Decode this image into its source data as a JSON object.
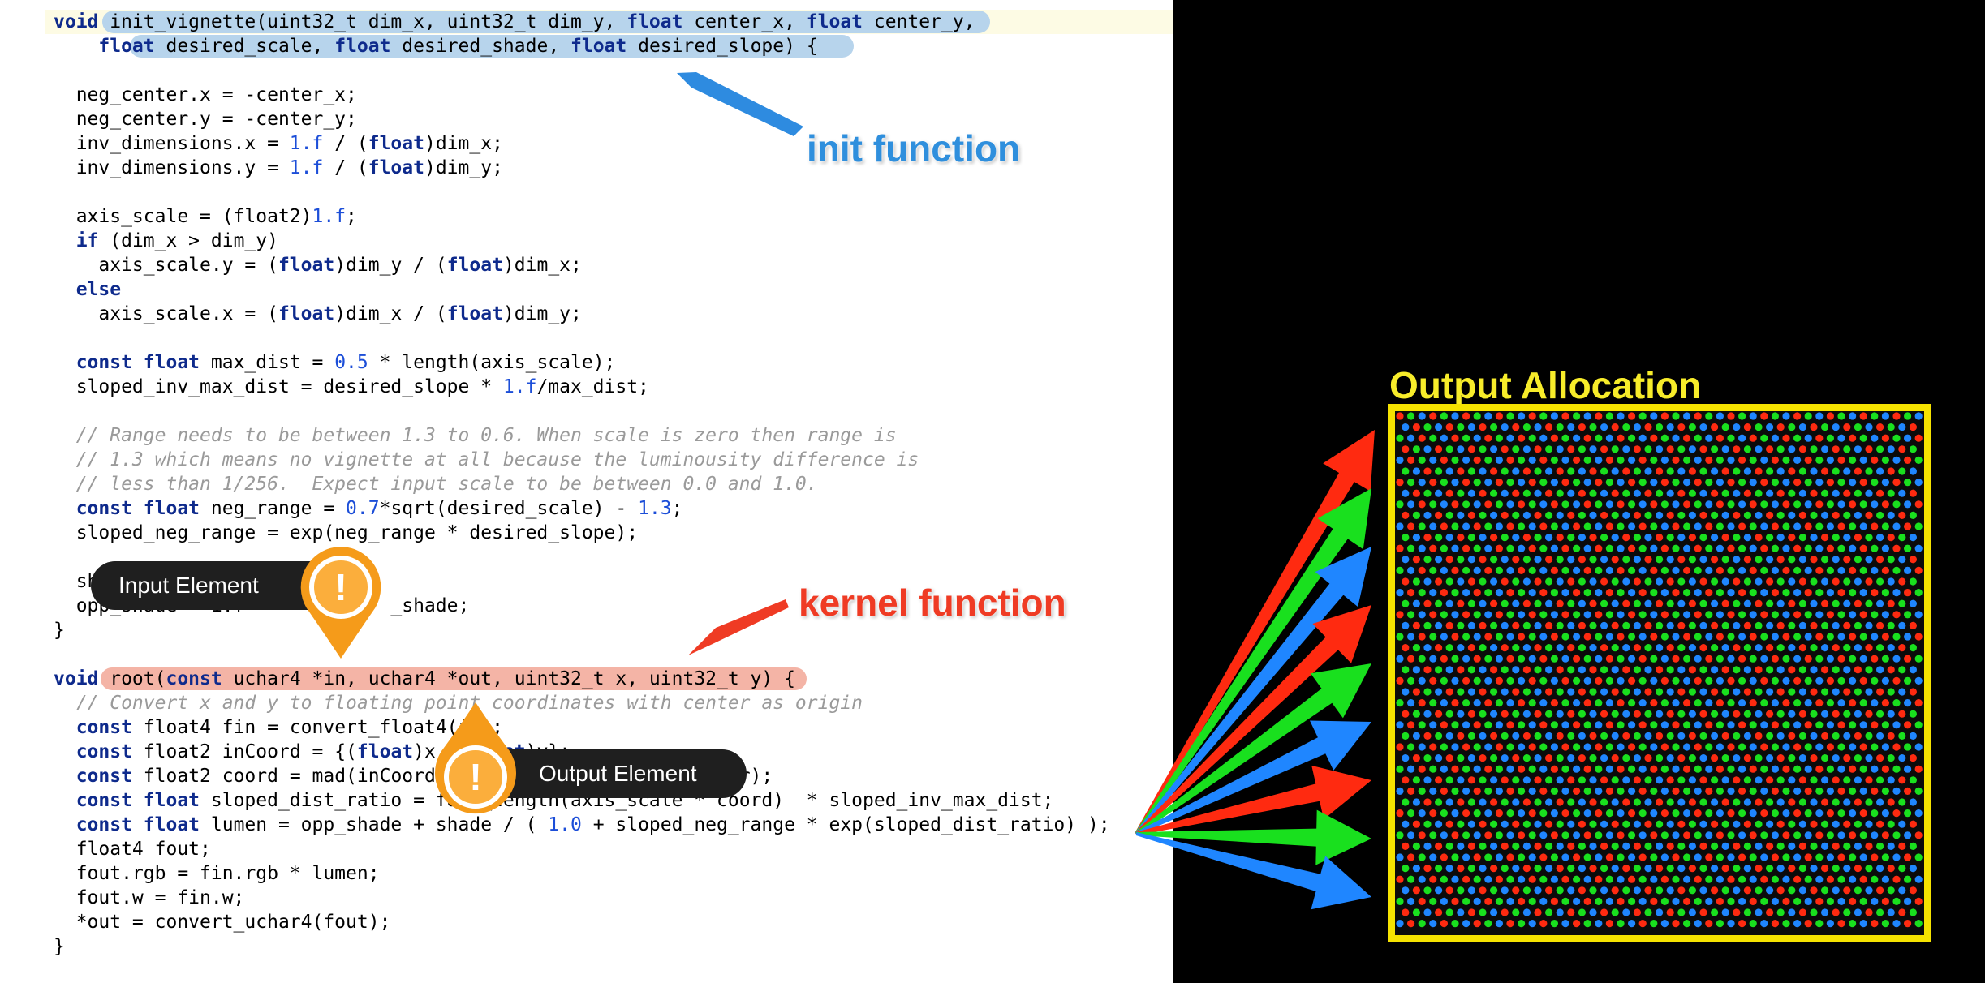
{
  "code_lines": [
    [
      {
        "t": "void",
        "k": "kw"
      },
      {
        "t": " init_vignette(uint32_t dim_x, uint32_t dim_y, "
      },
      {
        "t": "float",
        "k": "kw"
      },
      {
        "t": " center_x, "
      },
      {
        "t": "float",
        "k": "kw"
      },
      {
        "t": " center_y,"
      }
    ],
    [
      {
        "t": "    "
      },
      {
        "t": "float",
        "k": "kw"
      },
      {
        "t": " desired_scale, "
      },
      {
        "t": "float",
        "k": "kw"
      },
      {
        "t": " desired_shade, "
      },
      {
        "t": "float",
        "k": "kw"
      },
      {
        "t": " desired_slope) {"
      }
    ],
    [],
    [
      {
        "t": "  neg_center.x = -center_x;"
      }
    ],
    [
      {
        "t": "  neg_center.y = -center_y;"
      }
    ],
    [
      {
        "t": "  inv_dimensions.x = "
      },
      {
        "t": "1.f",
        "k": "num"
      },
      {
        "t": " / ("
      },
      {
        "t": "float",
        "k": "kw"
      },
      {
        "t": ")dim_x;"
      }
    ],
    [
      {
        "t": "  inv_dimensions.y = "
      },
      {
        "t": "1.f",
        "k": "num"
      },
      {
        "t": " / ("
      },
      {
        "t": "float",
        "k": "kw"
      },
      {
        "t": ")dim_y;"
      }
    ],
    [],
    [
      {
        "t": "  axis_scale = (float2)"
      },
      {
        "t": "1.f",
        "k": "num"
      },
      {
        "t": ";"
      }
    ],
    [
      {
        "t": "  "
      },
      {
        "t": "if",
        "k": "kw"
      },
      {
        "t": " (dim_x > dim_y)"
      }
    ],
    [
      {
        "t": "    axis_scale.y = ("
      },
      {
        "t": "float",
        "k": "kw"
      },
      {
        "t": ")dim_y / ("
      },
      {
        "t": "float",
        "k": "kw"
      },
      {
        "t": ")dim_x;"
      }
    ],
    [
      {
        "t": "  "
      },
      {
        "t": "else",
        "k": "kw"
      }
    ],
    [
      {
        "t": "    axis_scale.x = ("
      },
      {
        "t": "float",
        "k": "kw"
      },
      {
        "t": ")dim_x / ("
      },
      {
        "t": "float",
        "k": "kw"
      },
      {
        "t": ")dim_y;"
      }
    ],
    [],
    [
      {
        "t": "  "
      },
      {
        "t": "const float",
        "k": "kw"
      },
      {
        "t": " max_dist = "
      },
      {
        "t": "0.5",
        "k": "num"
      },
      {
        "t": " * length(axis_scale);"
      }
    ],
    [
      {
        "t": "  sloped_inv_max_dist = desired_slope * "
      },
      {
        "t": "1.f",
        "k": "num"
      },
      {
        "t": "/max_dist;"
      }
    ],
    [],
    [
      {
        "t": "  // Range needs to be between 1.3 to 0.6. When scale is zero then range is",
        "k": "com"
      }
    ],
    [
      {
        "t": "  // 1.3 which means no vignette at all because the luminousity difference is",
        "k": "com"
      }
    ],
    [
      {
        "t": "  // less than 1/256.  Expect input scale to be between 0.0 and 1.0.",
        "k": "com"
      }
    ],
    [
      {
        "t": "  "
      },
      {
        "t": "const float",
        "k": "kw"
      },
      {
        "t": " neg_range = "
      },
      {
        "t": "0.7",
        "k": "num"
      },
      {
        "t": "*sqrt(desired_scale) - "
      },
      {
        "t": "1.3",
        "k": "num"
      },
      {
        "t": ";"
      }
    ],
    [
      {
        "t": "  sloped_neg_range = exp(neg_range * desired_slope);"
      }
    ],
    [],
    [
      {
        "t": "  sh"
      }
    ],
    [
      {
        "t": "  opp_shade = 1.f -           _shade;"
      }
    ],
    [
      {
        "t": "}"
      }
    ],
    [],
    [
      {
        "t": "void",
        "k": "kw"
      },
      {
        "t": " root("
      },
      {
        "t": "const",
        "k": "kw"
      },
      {
        "t": " uchar4 *in, uchar4 *out, uint32_t x, uint32_t y) {"
      }
    ],
    [
      {
        "t": "  // Convert x and y to floating point coordinates with center as origin",
        "k": "com"
      }
    ],
    [
      {
        "t": "  "
      },
      {
        "t": "const",
        "k": "kw"
      },
      {
        "t": " float4 fin = convert_float4(in);"
      }
    ],
    [
      {
        "t": "  "
      },
      {
        "t": "const",
        "k": "kw"
      },
      {
        "t": " float2 inCoord = {("
      },
      {
        "t": "float",
        "k": "kw"
      },
      {
        "t": ")x, ("
      },
      {
        "t": "float",
        "k": "kw"
      },
      {
        "t": ")y};"
      }
    ],
    [
      {
        "t": "  "
      },
      {
        "t": "const",
        "k": "kw"
      },
      {
        "t": " float2 coord = mad(inCoord, inv_dimensions, neg_center);"
      }
    ],
    [
      {
        "t": "  "
      },
      {
        "t": "const float",
        "k": "kw"
      },
      {
        "t": " sloped_dist_ratio = fast_length(axis_scale * coord)  * sloped_inv_max_dist;"
      }
    ],
    [
      {
        "t": "  "
      },
      {
        "t": "const float",
        "k": "kw"
      },
      {
        "t": " lumen = opp_shade + shade / ( "
      },
      {
        "t": "1.0",
        "k": "num"
      },
      {
        "t": " + sloped_neg_range * exp(sloped_dist_ratio) );"
      }
    ],
    [
      {
        "t": "  float4 fout;"
      }
    ],
    [
      {
        "t": "  fout.rgb = fin.rgb * lumen;"
      }
    ],
    [
      {
        "t": "  fout.w = fin.w;"
      }
    ],
    [
      {
        "t": "  *out = convert_uchar4(fout);"
      }
    ],
    [
      {
        "t": "}"
      }
    ]
  ],
  "annotations": {
    "init_label": "init function",
    "kernel_label": "kernel function",
    "output_allocation_label": "Output Allocation"
  },
  "callouts": {
    "input_element": "Input Element",
    "output_element": "Output Element"
  },
  "colors": {
    "init_highlight": "#b7d4ec",
    "kernel_highlight": "#f4b4a6",
    "init_arrow": "#2e8be0",
    "kernel_arrow": "#ef3b24",
    "marker_orange": "#f59b1a",
    "allocation_border": "#f5e200",
    "arrow_red": "#ff2a10",
    "arrow_green": "#19e01e",
    "arrow_blue": "#1f86ff"
  },
  "icons": {
    "marker": "exclamation-marker-icon"
  },
  "fan_arrow_colors": [
    "red",
    "green",
    "blue",
    "red",
    "green",
    "blue",
    "red",
    "green",
    "blue"
  ]
}
